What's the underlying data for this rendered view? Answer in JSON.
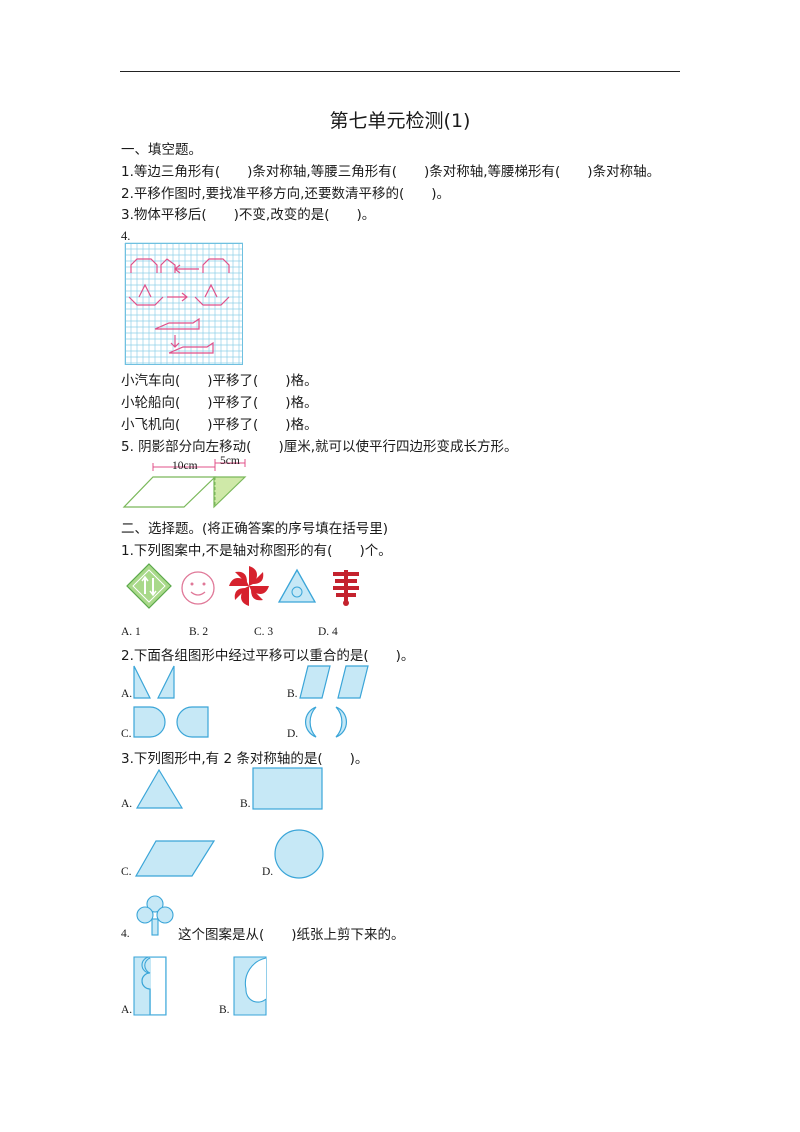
{
  "title": "第七单元检测(1)",
  "section1": {
    "heading": "一、填空题。",
    "q1": "1.等边三角形有(　　)条对称轴,等腰三角形有(　　)条对称轴,等腰梯形有(　　)条对称轴。",
    "q2": "2.平移作图时,要找准平移方向,还要数清平移的(　　)。",
    "q3": "3.物体平移后(　　)不变,改变的是(　　)。",
    "q4": "4.",
    "q4_answers": [
      "小汽车向(　　)平移了(　　)格。",
      "小轮船向(　　)平移了(　　)格。",
      "小飞机向(　　)平移了(　　)格。"
    ],
    "q5": "5. 阴影部分向左移动(　　)厘米,就可以使平行四边形变成长方形。",
    "q5_labels": {
      "length_a": "10cm",
      "length_b": "5cm"
    }
  },
  "section2": {
    "heading": "二、选择题。(将正确答案的序号填在括号里)",
    "q1": "1.下列图案中,不是轴对称图形的有(　　)个。",
    "q1_options": [
      "A. 1",
      "B. 2",
      "C. 3",
      "D. 4"
    ],
    "q2": "2.下面各组图形中经过平移可以重合的是(　　)。",
    "q2_labels": [
      "A.",
      "B.",
      "C.",
      "D."
    ],
    "q3": "3.下列图形中,有 2 条对称轴的是(　　)。",
    "q3_labels": [
      "A.",
      "B.",
      "C.",
      "D."
    ],
    "q4_number": "4.",
    "q4": "这个图案是从(　　)纸张上剪下来的。",
    "q4_labels": [
      "A.",
      "B."
    ]
  },
  "colors": {
    "shape_fill": "#c6e8f6",
    "shape_stroke": "#3aa5d8",
    "grid": "#8fd0e8",
    "figure_pink": "#e0508a",
    "parallelogram_fill": "#cfe9a8"
  }
}
